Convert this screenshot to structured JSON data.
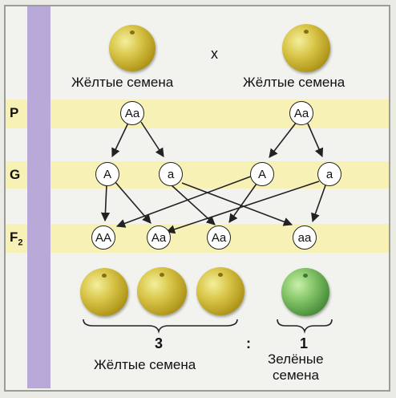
{
  "parents": {
    "left_label": "Жёлтые семена",
    "right_label": "Жёлтые семена",
    "cross_symbol": "х"
  },
  "generations": {
    "p": "P",
    "g": "G",
    "f_main": "F",
    "f_sub": "2"
  },
  "genotypes": {
    "p_left": "Aa",
    "p_right": "Aa",
    "g1": "A",
    "g2": "a",
    "g3": "A",
    "g4": "a",
    "f1": "AA",
    "f2": "Aa",
    "f3": "Aa",
    "f4": "aa"
  },
  "offspring": {
    "yellow_count": "3",
    "ratio_sep": ":",
    "green_count": "1",
    "yellow_label": "Жёлтые семена",
    "green_label_line1": "Зелёные",
    "green_label_line2": "семена"
  },
  "colors": {
    "yellow_band": "#f7f1b5",
    "stripe": "#b9a9d9",
    "yellow_seed": "#d9c64a",
    "green_seed": "#86c66a"
  }
}
